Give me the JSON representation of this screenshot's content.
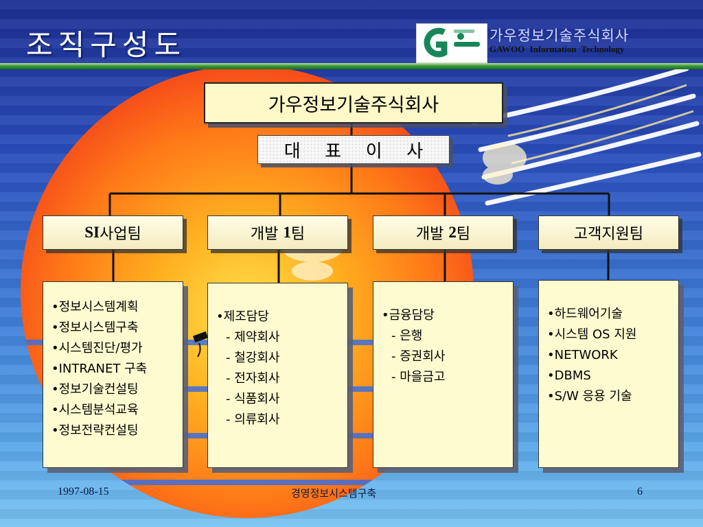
{
  "slide": {
    "title": "조직구성도",
    "logo": {
      "company_ko": "가우정보기술주식회사",
      "company_en": "GAWOO  Information  Technology"
    },
    "footer": {
      "date": "1997-08-15",
      "center": "경영정보시스템구축",
      "page": "6"
    }
  },
  "org": {
    "company": "가우정보기술주식회사",
    "ceo": [
      "대",
      "표",
      "이",
      "사"
    ],
    "teams": [
      {
        "name_prefix": "SI",
        "name_suffix": "사업팀",
        "items": [
          "•정보시스템계획",
          "•정보시스템구축",
          "•시스템진단/평가",
          "•INTRANET 구축",
          "•정보기술컨설팅",
          "•시스템분석교육",
          "•정보전략컨설팅"
        ],
        "subs": []
      },
      {
        "name_prefix": "개발 ",
        "name_num": "1",
        "name_suffix": "팀",
        "items": [
          "•제조담당"
        ],
        "subs": [
          "- 제약회사",
          "- 철강회사",
          "- 전자회사",
          "- 식품회사",
          "- 의류회사"
        ]
      },
      {
        "name_prefix": "개발 ",
        "name_num": "2",
        "name_suffix": "팀",
        "items": [
          "•금융담당"
        ],
        "subs": [
          "- 은행",
          "- 증권회사",
          "- 마을금고"
        ]
      },
      {
        "name_prefix": "",
        "name_suffix": "고객지원팀",
        "items": [
          "•하드웨어기술",
          "•시스템 OS 지원",
          "•NETWORK",
          "•DBMS",
          "•S/W 응용 기술"
        ],
        "subs": []
      }
    ]
  },
  "colors": {
    "box_fill": "#fff8c8",
    "divider_green": "#3c9a3a",
    "title_text": "#ffffff"
  }
}
